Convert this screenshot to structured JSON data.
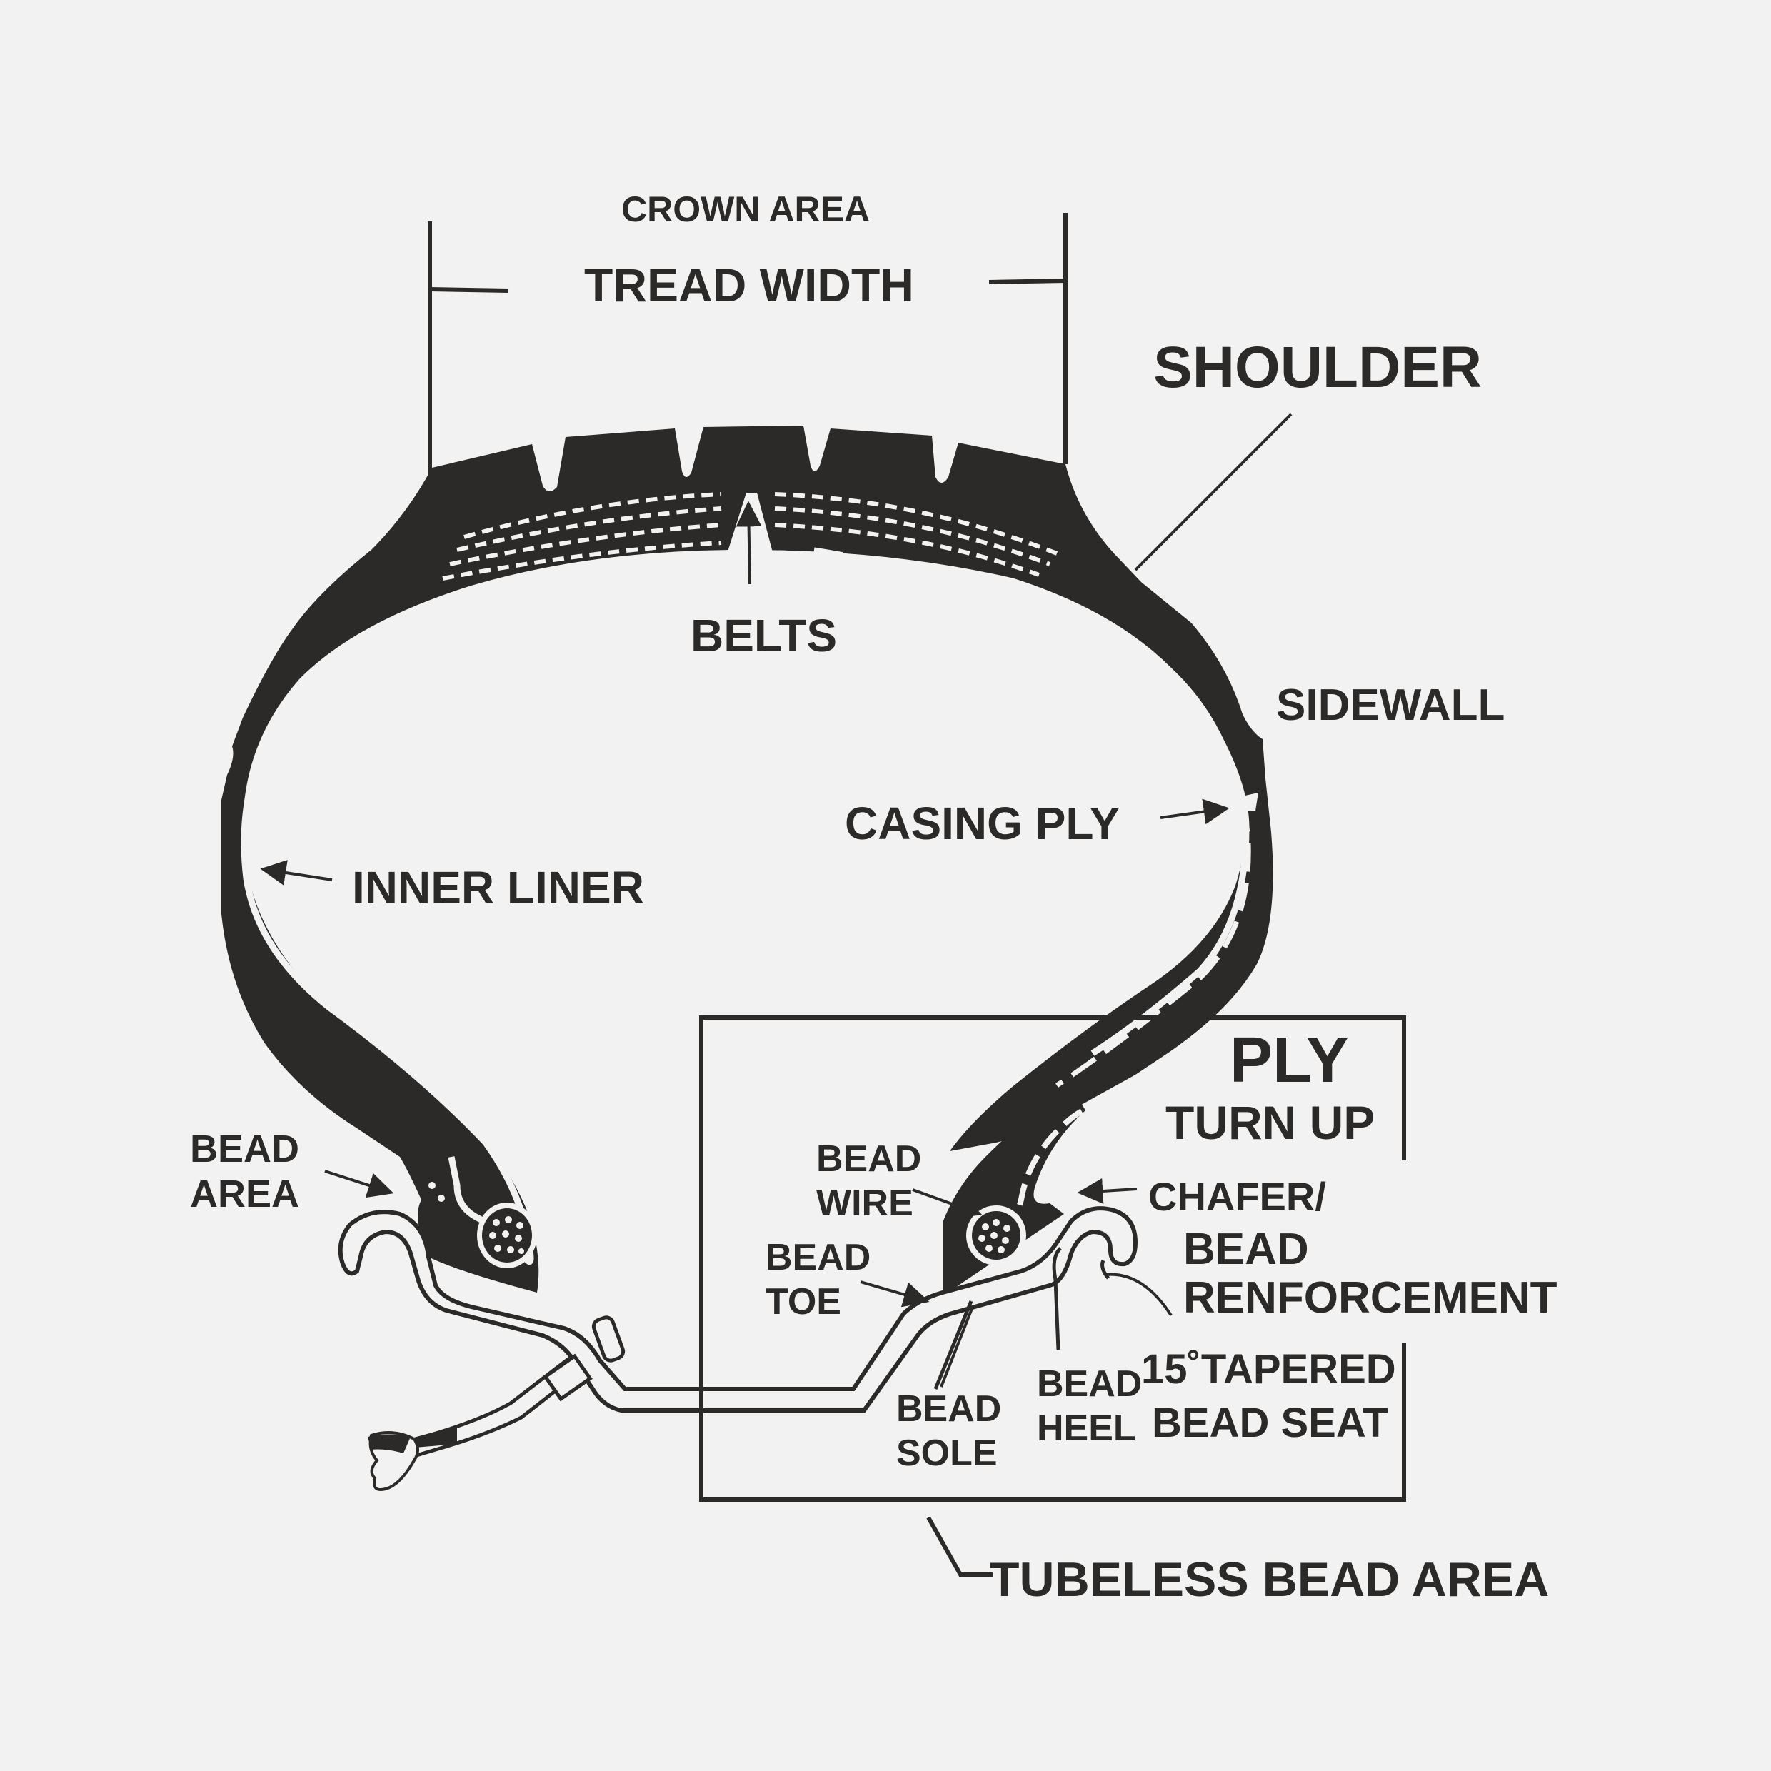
{
  "colors": {
    "background": "#f2f2f2",
    "ink": "#2b2a29"
  },
  "labels": {
    "crown_area": "CROWN AREA",
    "tread_width": "TREAD WIDTH",
    "shoulder": "SHOULDER",
    "belts": "BELTS",
    "sidewall": "SIDEWALL",
    "casing_ply": "CASING PLY",
    "inner_liner": "INNER LINER",
    "ply": "PLY",
    "turn_up": "TURN UP",
    "bead_area_1": "BEAD",
    "bead_area_2": "AREA",
    "bead_wire_1": "BEAD",
    "bead_wire_2": "WIRE",
    "bead_toe_1": "BEAD",
    "bead_toe_2": "TOE",
    "chafer_1": "CHAFER/",
    "chafer_2": "BEAD",
    "chafer_3": "RENFORCEMENT",
    "bead_sole_1": "BEAD",
    "bead_sole_2": "SOLE",
    "bead_heel_1": "BEAD",
    "bead_heel_2": "HEEL",
    "tapered_1": "15˚TAPERED",
    "tapered_2": "BEAD SEAT",
    "tubeless_bead_area": "TUBELESS BEAD AREA"
  }
}
